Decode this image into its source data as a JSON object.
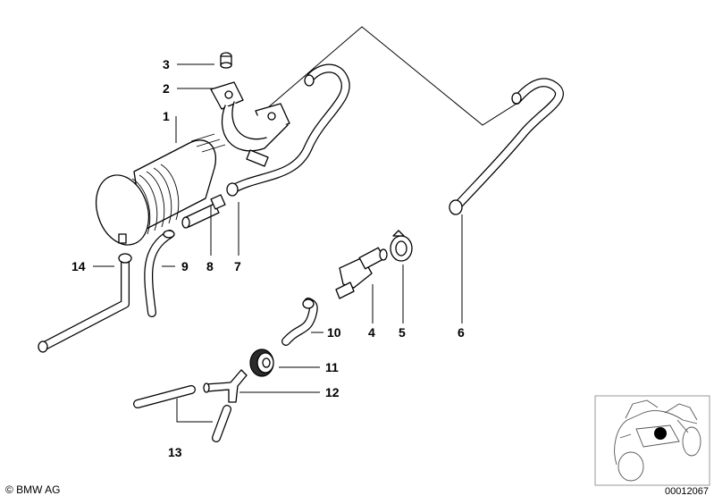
{
  "callouts": [
    {
      "id": "1",
      "label": "1"
    },
    {
      "id": "2",
      "label": "2"
    },
    {
      "id": "3",
      "label": "3"
    },
    {
      "id": "4",
      "label": "4"
    },
    {
      "id": "5",
      "label": "5"
    },
    {
      "id": "6",
      "label": "6"
    },
    {
      "id": "7",
      "label": "7"
    },
    {
      "id": "8",
      "label": "8"
    },
    {
      "id": "9",
      "label": "9"
    },
    {
      "id": "10",
      "label": "10"
    },
    {
      "id": "11",
      "label": "11"
    },
    {
      "id": "12",
      "label": "12"
    },
    {
      "id": "13",
      "label": "13"
    },
    {
      "id": "14",
      "label": "14"
    }
  ],
  "footer": {
    "copyright": "© BMW AG",
    "document_number": "00012067"
  },
  "colors": {
    "line": "#000000",
    "background": "#ffffff",
    "inset_frame": "#9a9a9a",
    "inset_marker": "#000000"
  },
  "icons": {
    "inset": "motorcycle-outline-icon",
    "marker": "location-dot-icon"
  }
}
